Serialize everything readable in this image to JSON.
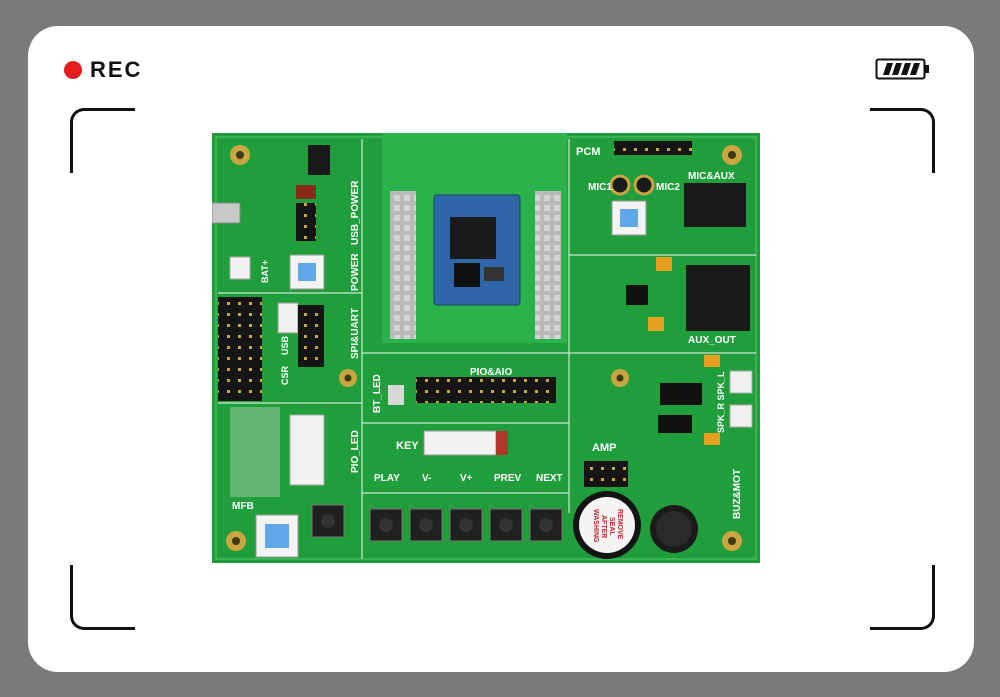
{
  "recorder": {
    "label": "REC",
    "status_color": "#e41e1e",
    "battery_icon": "battery-icon"
  },
  "board": {
    "labels": {
      "pcm": "PCM",
      "mic1": "MIC1",
      "mic2": "MIC2",
      "mic_aux": "MIC&AUX",
      "usb_power": "USB_POWER",
      "bat": "BAT+",
      "power": "POWER",
      "spi_uart": "SPI&UART",
      "usb": "USB",
      "csr": "CSR",
      "aux_out": "AUX_OUT",
      "bt_led": "BT_LED",
      "pio_aio": "PIO&AIO",
      "pio_led": "PIO_LED",
      "speaker": "SPK_R  SPK_L",
      "key": "KEY",
      "amp": "AMP",
      "play": "PLAY",
      "v_minus": "V-",
      "v_plus": "V+",
      "prev": "PREV",
      "next": "NEXT",
      "mfb": "MFB",
      "buz_mot": "BUZ&MOT",
      "buzzer_sticker": [
        "REMOVE",
        "SEAL",
        "AFTER",
        "WASHING"
      ]
    }
  }
}
